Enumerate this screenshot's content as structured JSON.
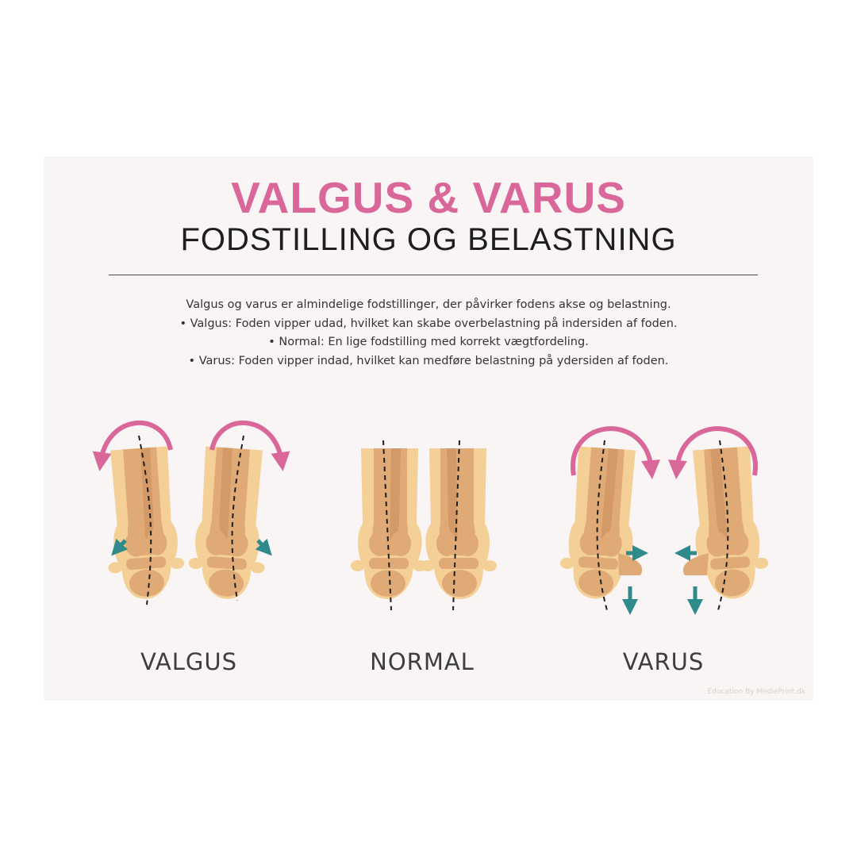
{
  "title": "VALGUS & VARUS",
  "subtitle": "FODSTILLING OG BELASTNING",
  "description": [
    "Valgus og varus er almindelige fodstillinger, der påvirker fodens akse og belastning.",
    "• Valgus: Foden vipper udad, hvilket kan skabe overbelastning på indersiden af foden.",
    "• Normal: En lige fodstilling med korrekt vægtfordeling.",
    "• Varus: Foden vipper indad, hvilket kan medføre belastning på ydersiden af foden."
  ],
  "labels": {
    "valgus": "VALGUS",
    "normal": "NORMAL",
    "varus": "VARUS"
  },
  "credit": "Education By MediePrint.dk",
  "colors": {
    "accent": "#d9679a",
    "arrow_teal": "#2f8a8c",
    "skin": "#f4cf96",
    "bone": "#e0aa76"
  }
}
